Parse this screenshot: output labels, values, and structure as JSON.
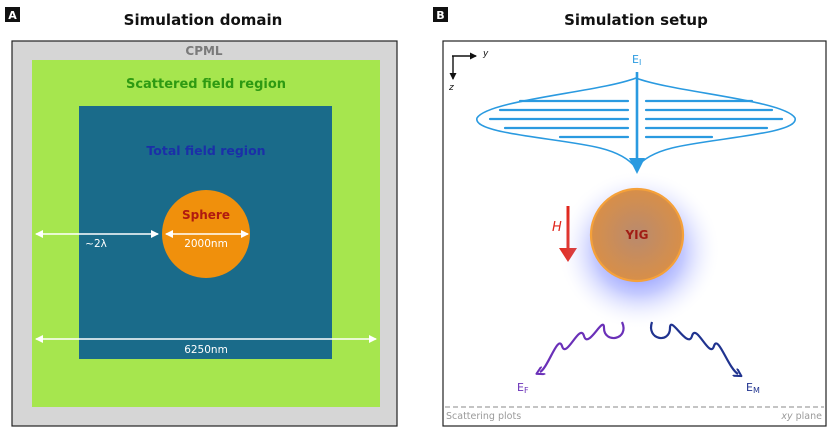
{
  "panel_a": {
    "badge": "A",
    "title": "Simulation domain",
    "cpml_label": "CPML",
    "scattered_label": "Scattered field region",
    "total_label": "Total field region",
    "sphere_label": "Sphere",
    "gap_label": "~2λ",
    "diameter_label": "2000nm",
    "width_label": "6250nm",
    "colors": {
      "cpml": "#d6d6d6",
      "scattered": "#a6e64e",
      "total": "#1a6b8a",
      "sphere": "#f0900c",
      "scattered_text": "#2e9a12",
      "total_text": "#1b2fa8",
      "sphere_text": "#b01a10"
    }
  },
  "panel_b": {
    "badge": "B",
    "title": "Simulation setup",
    "axis_y": "y",
    "axis_z": "z",
    "incident_label": "E",
    "incident_sub": "I",
    "h_label": "H",
    "yig_label": "YIG",
    "ef_label": "E",
    "ef_sub": "F",
    "em_label": "E",
    "em_sub": "M",
    "plane_left": "Scattering plots",
    "plane_right_italic": "xy",
    "plane_right": "plane",
    "colors": {
      "incident": "#2a9ae0",
      "h_arrow": "#e0261c",
      "yig_fill": "#c98a5a",
      "yig_stroke": "#f5a13a",
      "glow": "#3a4dff",
      "ef": "#6a30b8",
      "em": "#20338f"
    }
  }
}
